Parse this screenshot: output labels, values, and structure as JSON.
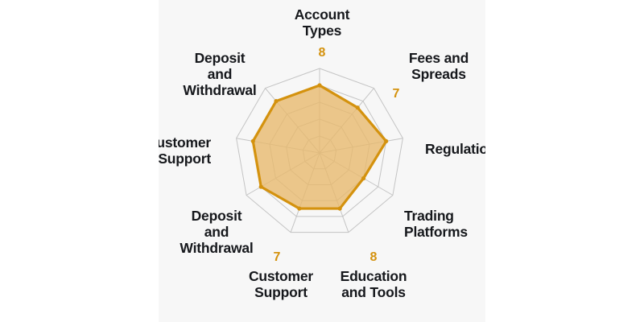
{
  "panel": {
    "background_color": "#f7f7f7",
    "page_background_color": "#ffffff"
  },
  "colors": {
    "accent": "#d4920e",
    "fill": "#e8b96b",
    "stroke": "#d4920e",
    "grid": "#c4c4c4",
    "spoke": "#c4c4c4",
    "label_text": "#16181c"
  },
  "chart_data": {
    "type": "radar",
    "title": "",
    "subtitle": "",
    "xlabel": "",
    "ylabel": "",
    "rlim": [
      0,
      10
    ],
    "rings": 5,
    "grid": true,
    "legend_position": "none",
    "categories": [
      "Account Types",
      "Fees and Spreads",
      "Regulation",
      "Trading Platforms",
      "Education and Tools",
      "Customer Support",
      "Deposit and Withdrawal",
      "Customer Support",
      "Deposit and Withdrawal"
    ],
    "series": [
      {
        "name": "Broker Score",
        "values": [
          8,
          7,
          8,
          6,
          7,
          7,
          8,
          8,
          8
        ]
      }
    ],
    "visible_value_labels": [
      {
        "category": "Account Types",
        "value": "8"
      },
      {
        "category": "Fees and Spreads",
        "value": "7"
      },
      {
        "category": "Education and Tools",
        "value": "8"
      },
      {
        "category": "Customer Support",
        "value": "7"
      }
    ]
  },
  "labels": {
    "account_types": "Account\nTypes",
    "fees_and_spreads": "Fees and\nSpreads",
    "regulation": "Regulation",
    "trading_platforms": "Trading\nPlatforms",
    "education_and_tools": "Education\nand Tools",
    "customer_support_bottom": "Customer\nSupport",
    "deposit_withdrawal_bottom_left": "Deposit\nand\nWithdrawal",
    "customer_support_left": "Customer\nSupport",
    "deposit_withdrawal_top_left": "Deposit\nand\nWithdrawal"
  },
  "values": {
    "account_types": "8",
    "fees_and_spreads": "7",
    "education_and_tools": "8",
    "customer_support_bottom": "7"
  }
}
